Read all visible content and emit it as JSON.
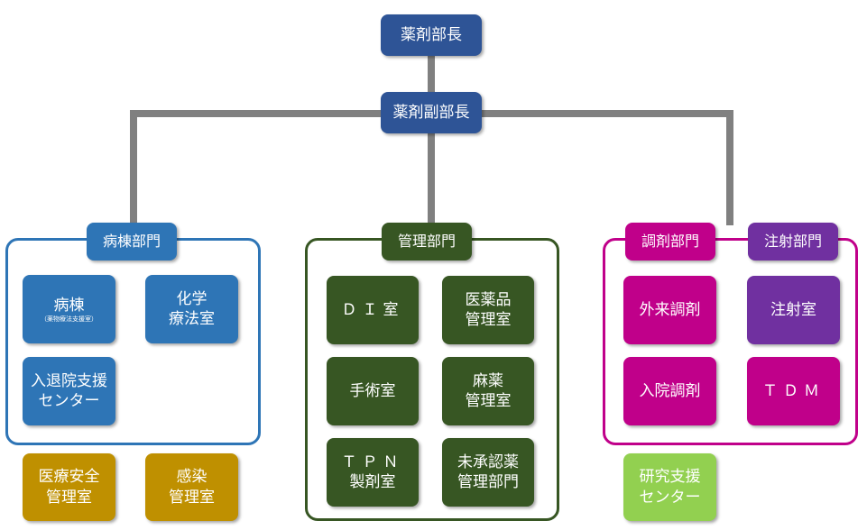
{
  "colors": {
    "navy": "#2e5496",
    "blue": "#2e75b6",
    "green": "#375623",
    "gold": "#bf9000",
    "magenta": "#c0008a",
    "purple": "#7030a0",
    "lightgreen": "#92d050",
    "connector": "#808080"
  },
  "top": {
    "director": "薬剤部長",
    "deputy": "薬剤副部長"
  },
  "ward": {
    "header": "病棟部門",
    "ward_line1": "病棟",
    "ward_line2": "（薬物療法支援室）",
    "chemo_line1": "化学",
    "chemo_line2": "療法室",
    "discharge_line1": "入退院支援",
    "discharge_line2": "センター"
  },
  "safety": {
    "line1": "医療安全",
    "line2": "管理室"
  },
  "infection": {
    "line1": "感染",
    "line2": "管理室"
  },
  "mgmt": {
    "header": "管理部門",
    "di": "ＤＩ室",
    "drug_line1": "医薬品",
    "drug_line2": "管理室",
    "surgery": "手術室",
    "narcotic_line1": "麻薬",
    "narcotic_line2": "管理室",
    "tpn_line1": "ＴＰＮ",
    "tpn_line2": "製剤室",
    "unapproved_line1": "未承認薬",
    "unapproved_line2": "管理部門"
  },
  "dispensing": {
    "header": "調剤部門",
    "outpatient": "外来調剤",
    "inpatient": "入院調剤"
  },
  "injection": {
    "header": "注射部門",
    "room": "注射室",
    "tdm": "ＴＤＭ"
  },
  "research": {
    "line1": "研究支援",
    "line2": "センター"
  }
}
